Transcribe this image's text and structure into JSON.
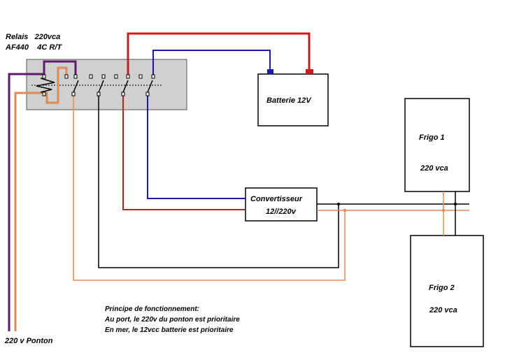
{
  "relay": {
    "title_line1": "Relais   220vca",
    "title_line2": "AF440    4C R/T"
  },
  "battery": {
    "label": "Batterie 12V"
  },
  "converter": {
    "label_line1": "Convertisseur",
    "label_line2": "12//220v"
  },
  "fridge1": {
    "name": "Frigo 1",
    "voltage": "220 vca"
  },
  "fridge2": {
    "name": "Frigo 2",
    "voltage": "220 vca"
  },
  "ponton_label": "220 v Ponton",
  "principle": {
    "heading": "Principe de fonctionnement:",
    "line1": "Au port, le 220v du ponton est prioritaire",
    "line2": "En mer, le 12vcc batterie est prioritaire"
  },
  "colors": {
    "red": "#cc1a1a",
    "blue": "#1a1aa8",
    "purple": "#5e1a6e",
    "orange": "#e08a55",
    "black": "#000000",
    "relay_fill": "#d0d0d0"
  }
}
